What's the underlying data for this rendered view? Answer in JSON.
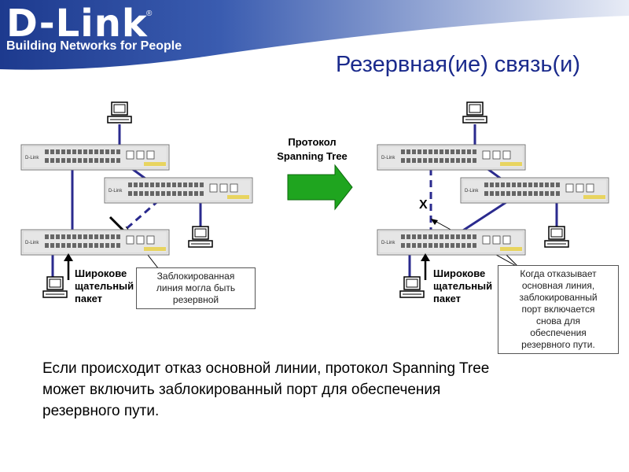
{
  "header": {
    "logo": "D-Link",
    "logo_mark": "®",
    "tagline": "Building Networks for People"
  },
  "title": "Резервная(ие) связь(и)",
  "protocol_label_line1": "Протокол",
  "protocol_label_line2": "Spanning Tree",
  "left": {
    "broadcast_line1": "Широкове",
    "broadcast_line2": "щательный",
    "broadcast_line3": "пакет",
    "note_line1": "Заблокированная",
    "note_line2": "линия  могла быть",
    "note_line3": "резервной"
  },
  "right": {
    "x_mark": "X",
    "broadcast_line1": "Широкове",
    "broadcast_line2": "щательный",
    "broadcast_line3": "пакет",
    "note_line1": "Когда отказывает",
    "note_line2": "основная линия,",
    "note_line3": "заблокированный",
    "note_line4": "порт включается",
    "note_line5": "снова для",
    "note_line6": "обеспечения",
    "note_line7": "резервного пути."
  },
  "caption_line1": "Если происходит отказ основной линии, протокол Spanning Tree",
  "caption_line2": "может включить заблокированный порт для обеспечения",
  "caption_line3": "резервного пути.",
  "colors": {
    "header": "#2a4a9e",
    "link": "#2a2a8e",
    "title": "#1a2a8c",
    "arrow": "#1fa51f"
  }
}
